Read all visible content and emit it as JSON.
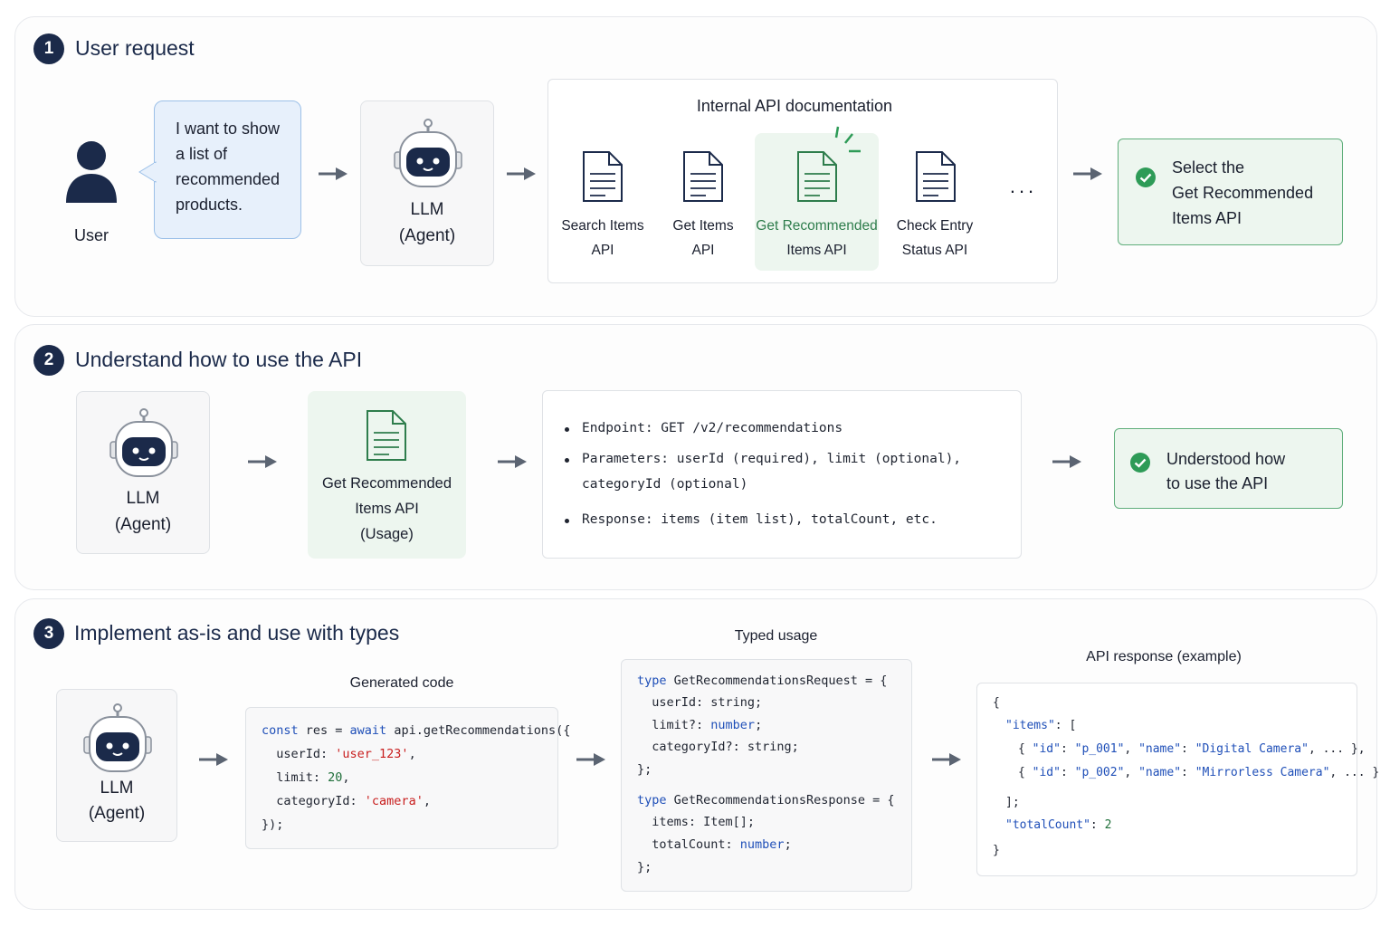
{
  "section1": {
    "number": "1",
    "title": "User request",
    "user_label": "User",
    "bubble_lines": [
      "I want to show",
      "a list of",
      "recommended",
      "products."
    ],
    "llm_line1": "LLM",
    "llm_line2": "(Agent)",
    "docs_title": "Internal API documentation",
    "docs": [
      {
        "line1": "Search Items",
        "line2": "API",
        "highlighted": false
      },
      {
        "line1": "Get Items",
        "line2": "API",
        "highlighted": false
      },
      {
        "line1": "Get Recommended",
        "line2": "Items API",
        "highlighted": true
      },
      {
        "line1": "Check Entry",
        "line2": "Status API",
        "highlighted": false
      }
    ],
    "ellipsis": "...",
    "result_lines": [
      "Select the",
      "Get Recommended",
      "Items API"
    ]
  },
  "section2": {
    "number": "2",
    "title": "Understand how to use the API",
    "llm_line1": "LLM",
    "llm_line2": "(Agent)",
    "doc_lines": [
      "Get Recommended",
      "Items API",
      "(Usage)"
    ],
    "bullets": [
      [
        "Endpoint: GET /v2/recommendations"
      ],
      [
        "Parameters: userId (required), limit (optional),",
        "categoryId (optional)"
      ],
      [
        "Response: items (item list), totalCount, etc."
      ]
    ],
    "result_lines": [
      "Understood how",
      "to use the API"
    ]
  },
  "section3": {
    "number": "3",
    "title": "Implement as-is and use with types",
    "llm_line1": "LLM",
    "llm_line2": "(Agent)",
    "generated_label": "Generated code",
    "typed_label": "Typed usage",
    "response_label": "API response (example)",
    "code": {
      "l1_kw1": "const",
      "l1_mid": " res = ",
      "l1_kw2": "await",
      "l1_end": " api.getRecommendations({",
      "l2_key": "  userId: ",
      "l2_val": "'user_123'",
      "l2_end": ",",
      "l3_key": "  limit: ",
      "l3_val": "20",
      "l3_end": ",",
      "l4_key": "  categoryId: ",
      "l4_val": "'camera'",
      "l4_end": ",",
      "l5": "});"
    },
    "typed": {
      "t1_kw": "type",
      "t1_rest": " GetRecommendationsRequest = {",
      "t2": "  userId: string;",
      "t3_key": "  limit?: ",
      "t3_type": "number",
      "t3_end": ";",
      "t4": "  categoryId?: string;",
      "t5": "};",
      "t6_kw": "type",
      "t6_rest": " GetRecommendationsResponse = {",
      "t7": "  items: Item[];",
      "t8_key": "  totalCount: ",
      "t8_type": "number",
      "t8_end": ";",
      "t9": "};"
    },
    "json": {
      "j1": "{",
      "j2_key": "\"items\"",
      "j2_end": ": [",
      "j3": [
        "{ ",
        "\"id\"",
        ": ",
        "\"p_001\"",
        ", ",
        "\"name\"",
        ": ",
        "\"Digital Camera\"",
        ", ... },"
      ],
      "j4": [
        "{ ",
        "\"id\"",
        ": ",
        "\"p_002\"",
        ", ",
        "\"name\"",
        ": ",
        "\"Mirrorless Camera\"",
        ", ... }"
      ],
      "j5": "];",
      "j6_key": "\"totalCount\"",
      "j6_mid": ": ",
      "j6_val": "2",
      "j7": "}"
    }
  },
  "colors": {
    "navy": "#1b2a4a",
    "green": "#2e9b57",
    "greenBg": "#edf6ef",
    "blueBubble": "#e7f0fb",
    "arrow": "#5b6472"
  }
}
